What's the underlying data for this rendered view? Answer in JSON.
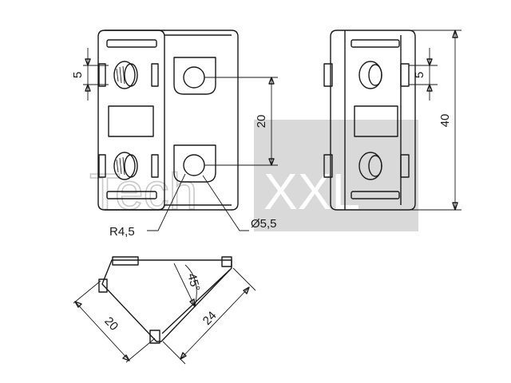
{
  "watermark": {
    "left_text": "Tech",
    "right_text": "XXL",
    "panel_color": "#d9d9d9",
    "stroke_color": "#c9c9c9"
  },
  "dimensions": {
    "slot_width": "5",
    "hole_spacing": "20",
    "height": "40",
    "right_slot_width": "5",
    "radius": "R4,5",
    "diameter": "Ø5,5",
    "angle": "45°",
    "side_length": "20",
    "diagonal_length": "24"
  },
  "colors": {
    "line": "#1a1a1a",
    "background": "#ffffff"
  }
}
